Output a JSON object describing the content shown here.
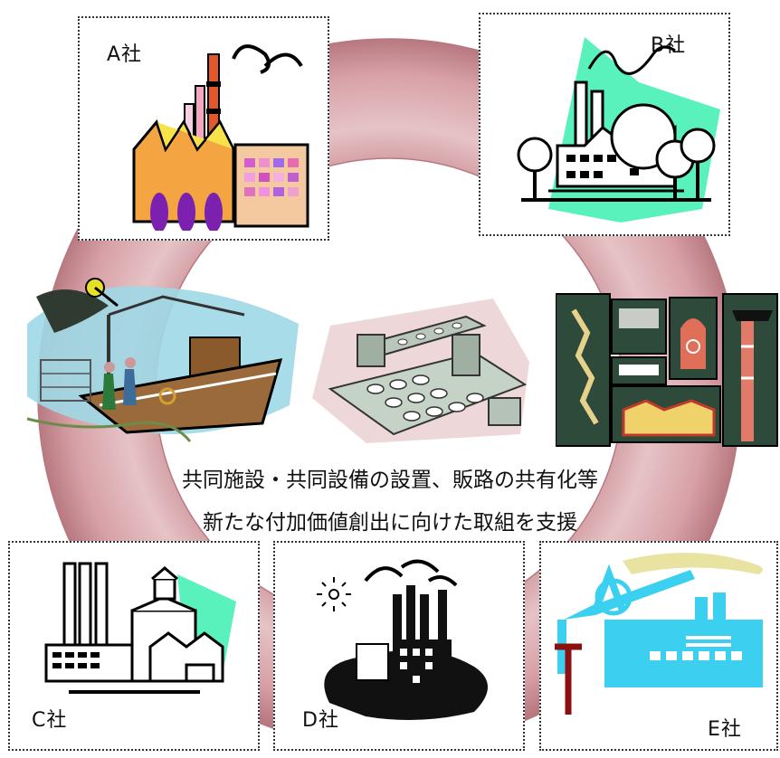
{
  "companies": {
    "a": "A社",
    "b": "B社",
    "c": "C社",
    "d": "D社",
    "e": "E社"
  },
  "caption": {
    "line1": "共同施設・共同設備の設置、販路の共有化等",
    "line2": "新たな付加価値創出に向けた取組を支援"
  },
  "colors": {
    "ring": "#d9a3a8",
    "ring_edge": "#b87880",
    "box_border": "#333333"
  }
}
